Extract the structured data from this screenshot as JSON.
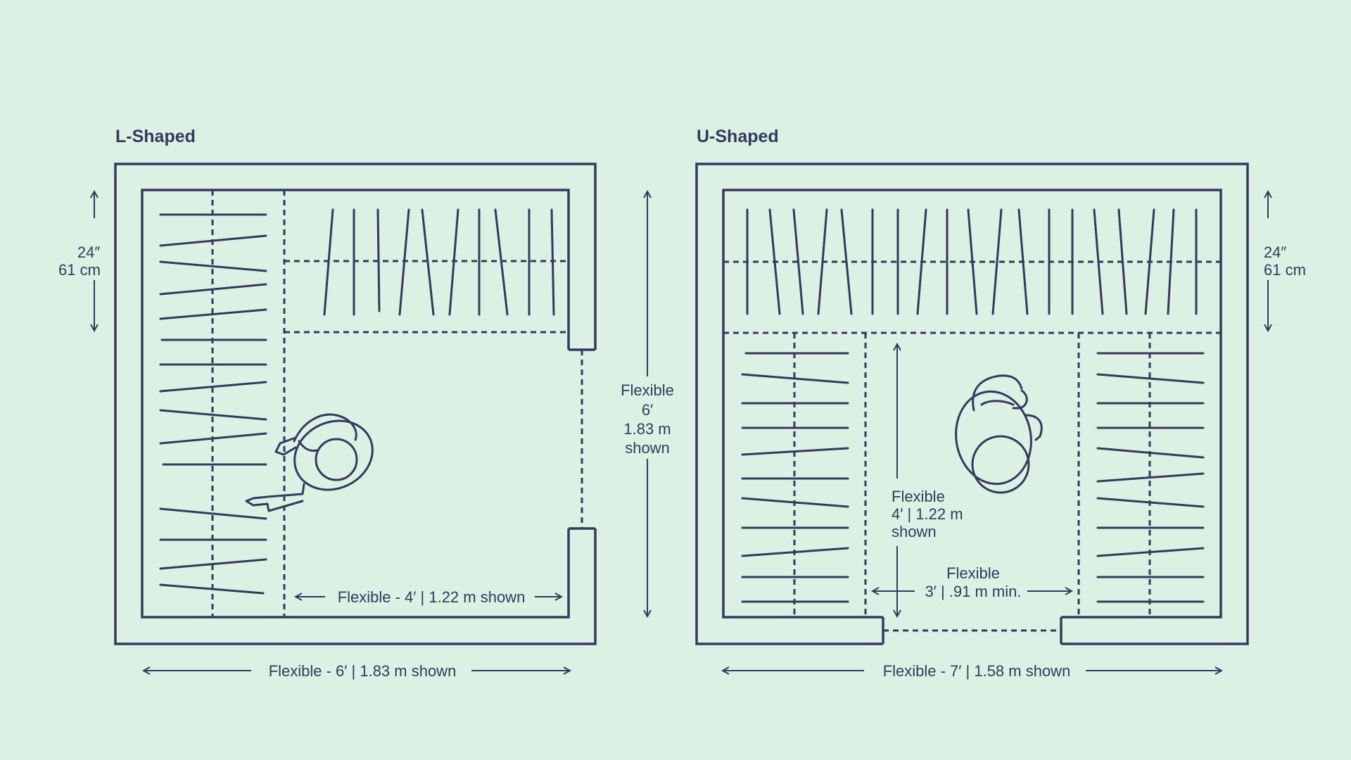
{
  "l_shaped": {
    "title": "L-Shaped",
    "depth_in": "24″",
    "depth_cm": "61 cm",
    "inner_width": "Flexible - 4′ | 1.22 m shown",
    "overall_width": "Flexible - 6′ | 1.83 m shown"
  },
  "height_dim": {
    "line1": "Flexible",
    "line2": "6′",
    "line3": "1.83 m",
    "line4": "shown"
  },
  "u_shaped": {
    "title": "U-Shaped",
    "depth_in": "24″",
    "depth_cm": "61 cm",
    "aisle_depth_1": "Flexible",
    "aisle_depth_2": "4′ | 1.22 m",
    "aisle_depth_3": "shown",
    "aisle_width_1": "Flexible",
    "aisle_width_2": "3′ | .91 m min.",
    "overall_width": "Flexible - 7′ | 1.58 m shown"
  },
  "colors": {
    "background": "#dcf1e4",
    "ink": "#333a5e"
  }
}
